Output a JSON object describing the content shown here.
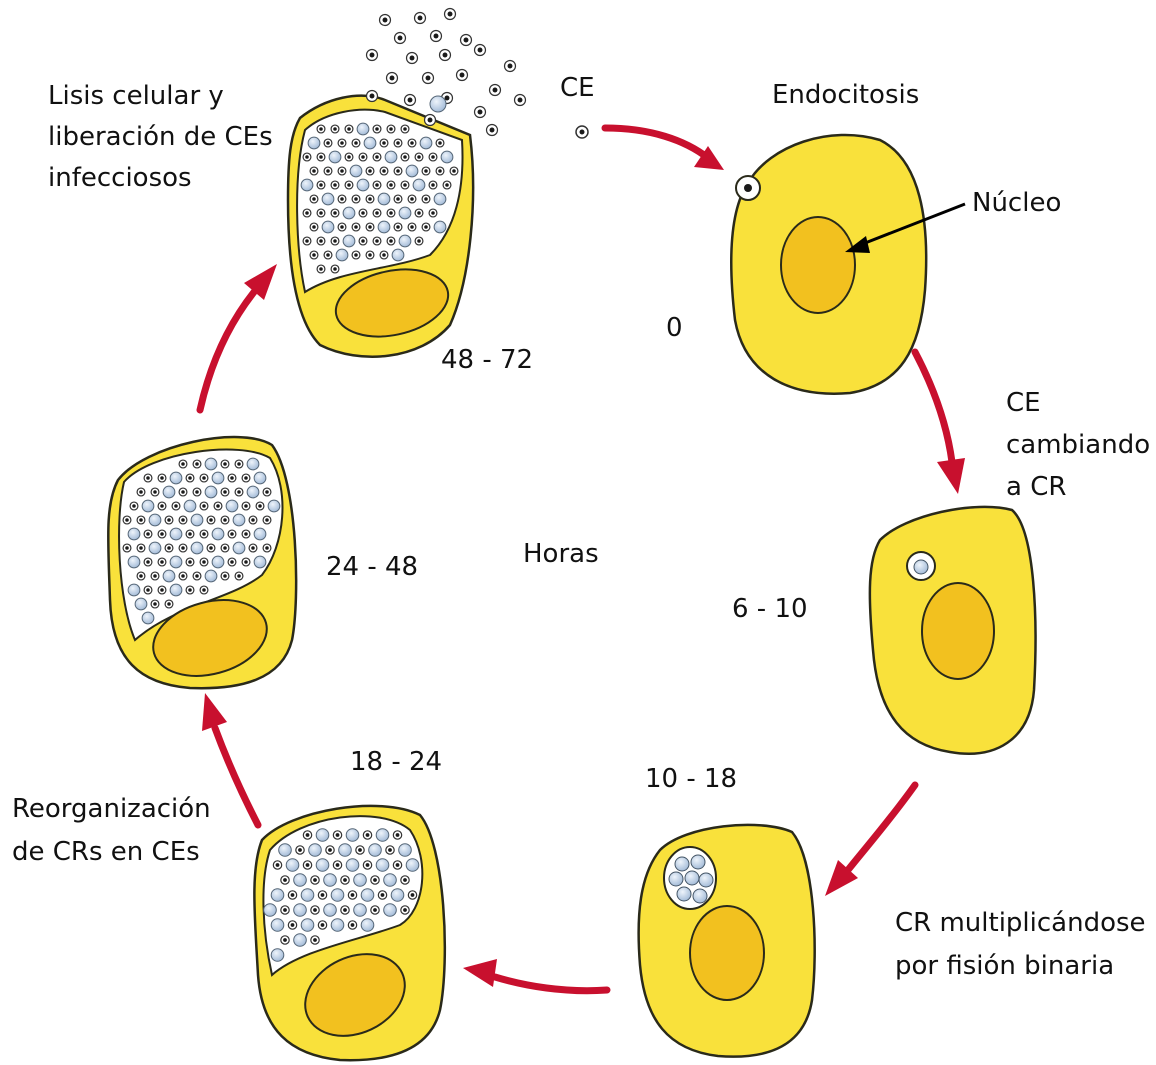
{
  "labels": {
    "ce_top": "CE",
    "endocitosis": "Endocitosis",
    "nucleo": "Núcleo",
    "time_0": "0",
    "ce_change_1": "CE",
    "ce_change_2": "cambiando",
    "ce_change_3": "a CR",
    "time_6_10": "6 - 10",
    "time_10_18": "10 - 18",
    "cr_mult_1": "CR multiplicándose",
    "cr_mult_2": "por fisión binaria",
    "time_18_24": "18 - 24",
    "reorg_1": "Reorganización",
    "reorg_2": "de CRs en CEs",
    "time_24_48": "24 - 48",
    "horas": "Horas",
    "time_48_72": "48 - 72",
    "lisis_1": "Lisis celular y",
    "lisis_2": "liberación de CEs",
    "lisis_3": "infecciosos"
  },
  "colors": {
    "cell_fill": "#f9e13b",
    "cell_stroke": "#2a2a1a",
    "nucleus_fill": "#f2c11f",
    "arrow": "#c8102e",
    "eb_dot": "#1a1a1a",
    "rb_fill": "#b8cde6"
  }
}
